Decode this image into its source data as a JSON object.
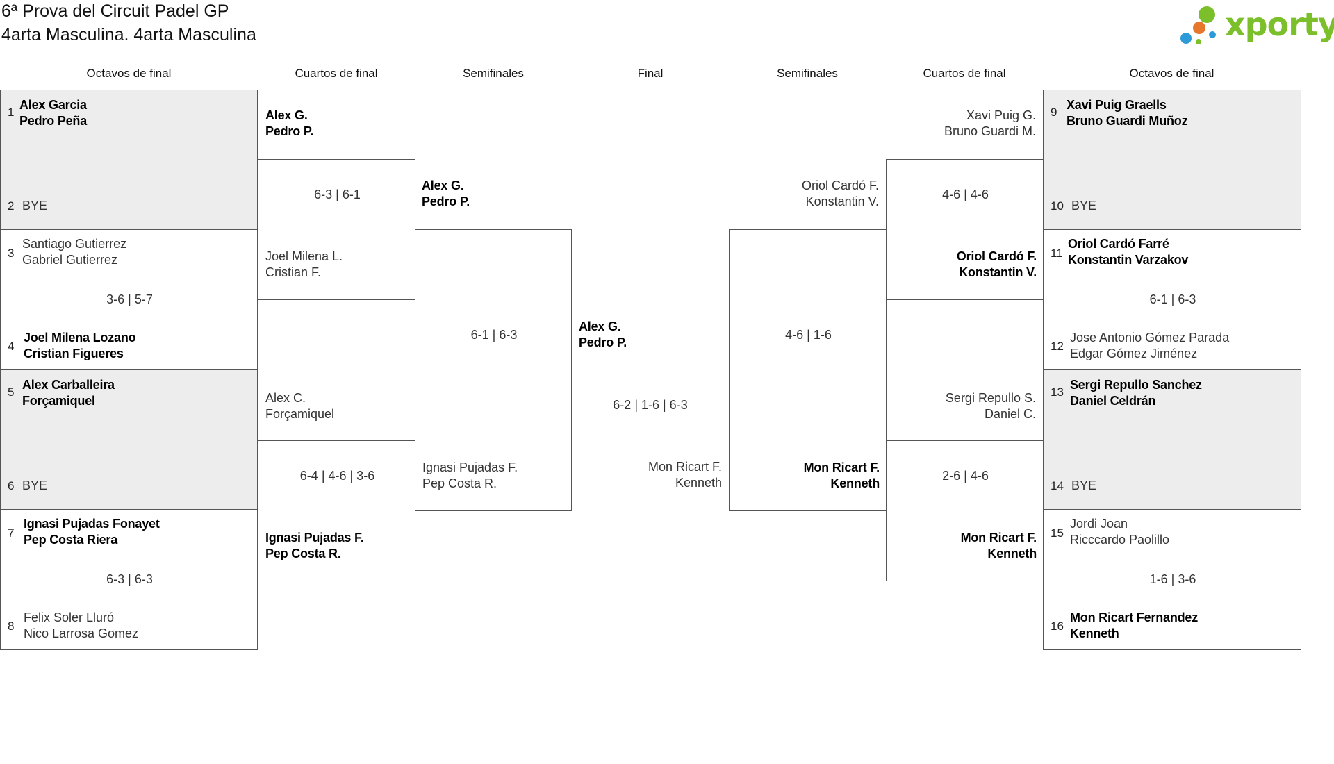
{
  "header": {
    "title_line1": "6ª Prova del Circuit Padel GP",
    "title_line2": "4arta Masculina. 4arta Masculina",
    "logo_text": "xporty",
    "logo_colors": [
      "#2e9ad8",
      "#e8772e",
      "#7bbf2a"
    ]
  },
  "rounds": {
    "left": [
      "Octavos de final",
      "Cuartos de final",
      "Semifinales"
    ],
    "final": "Final",
    "right": [
      "Semifinales",
      "Cuartos de final",
      "Octavos de final"
    ]
  },
  "r16_left": [
    {
      "seed_a": "1",
      "a1": "Alex Garcia",
      "a2": "Pedro Peña",
      "seed_b": "2",
      "b1": "BYE",
      "b2": "",
      "score": ""
    },
    {
      "seed_a": "3",
      "a1": "Santiago Gutierrez",
      "a2": "Gabriel Gutierrez",
      "seed_b": "4",
      "b1": "Joel Milena Lozano",
      "b2": "Cristian Figueres",
      "score": "3-6 | 5-7"
    },
    {
      "seed_a": "5",
      "a1": "Alex Carballeira",
      "a2": "Forçamiquel",
      "seed_b": "6",
      "b1": "BYE",
      "b2": "",
      "score": ""
    },
    {
      "seed_a": "7",
      "a1": "Ignasi Pujadas Fonayet",
      "a2": "Pep Costa Riera",
      "seed_b": "8",
      "b1": "Felix Soler Lluró",
      "b2": "Nico Larrosa Gomez",
      "score": "6-3 | 6-3"
    }
  ],
  "qf_left": [
    {
      "a1": "Alex G.",
      "a2": "Pedro P.",
      "b1": "Joel Milena L.",
      "b2": "Cristian F.",
      "score": "6-3 | 6-1"
    },
    {
      "a1": "Alex C.",
      "a2": "Forçamiquel",
      "b1": "Ignasi Pujadas F.",
      "b2": "Pep Costa R.",
      "score": "6-4 | 4-6 | 3-6"
    }
  ],
  "sf_left": {
    "a1": "Alex G.",
    "a2": "Pedro P.",
    "b1": "Ignasi Pujadas F.",
    "b2": "Pep Costa R.",
    "score": "6-1 | 6-3"
  },
  "final": {
    "a1": "Alex G.",
    "a2": "Pedro P.",
    "b1": "Mon Ricart F.",
    "b2": "Kenneth",
    "score": "6-2 | 1-6 | 6-3"
  },
  "sf_right": {
    "a1": "Oriol Cardó F.",
    "a2": "Konstantin V.",
    "b1": "Mon Ricart F.",
    "b2": "Kenneth",
    "score": "4-6 | 1-6"
  },
  "qf_right": [
    {
      "a1": "Xavi Puig G.",
      "a2": "Bruno Guardi M.",
      "b1": "Oriol Cardó F.",
      "b2": "Konstantin V.",
      "score": "4-6 | 4-6"
    },
    {
      "a1": "Sergi Repullo S.",
      "a2": "Daniel C.",
      "b1": "Mon Ricart F.",
      "b2": "Kenneth",
      "score": "2-6 | 4-6"
    }
  ],
  "r16_right": [
    {
      "seed_a": "9",
      "a1": "Xavi Puig Graells",
      "a2": "Bruno Guardi Muñoz",
      "seed_b": "10",
      "b1": "BYE",
      "b2": "",
      "score": ""
    },
    {
      "seed_a": "11",
      "a1": "Oriol Cardó Farré",
      "a2": "Konstantin Varzakov",
      "seed_b": "12",
      "b1": "Jose Antonio Gómez Parada",
      "b2": "Edgar Gómez Jiménez",
      "score": "6-1 | 6-3"
    },
    {
      "seed_a": "13",
      "a1": "Sergi Repullo Sanchez",
      "a2": "Daniel Celdrán",
      "seed_b": "14",
      "b1": "BYE",
      "b2": "",
      "score": ""
    },
    {
      "seed_a": "15",
      "a1": "Jordi Joan",
      "a2": "Ricccardo Paolillo",
      "seed_b": "16",
      "b1": "Mon Ricart Fernandez",
      "b2": "Kenneth",
      "score": "1-6 | 3-6"
    }
  ]
}
